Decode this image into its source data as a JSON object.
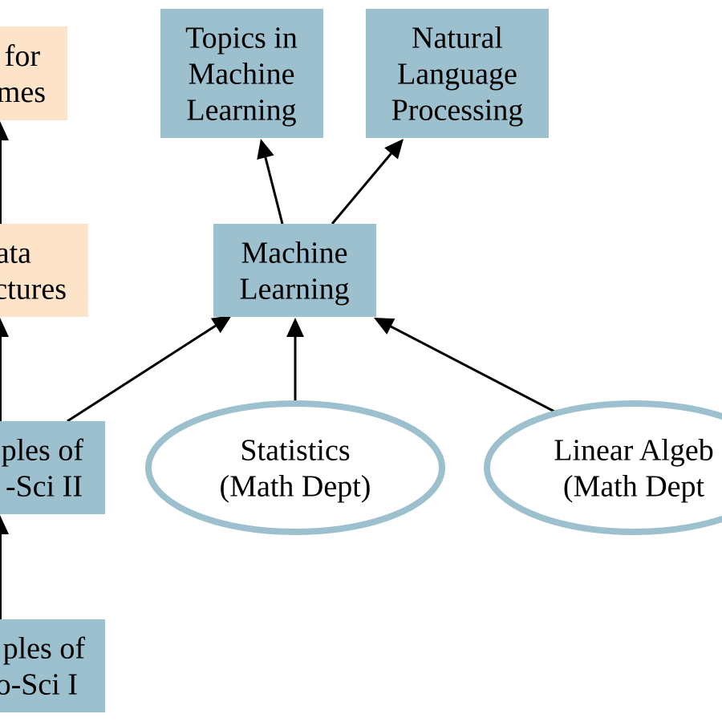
{
  "diagram": {
    "title": "Course prerequisite graph",
    "colors": {
      "cs_node_fill": "#9dc0ce",
      "cs_alt_node_fill": "#fde4c9",
      "math_node_stroke": "#9dc0ce",
      "edge": "#000000",
      "background": "#ffffff"
    },
    "nodes": [
      {
        "id": "topics_ml",
        "shape": "box",
        "style": "blue",
        "lines": [
          "Topics in",
          "Machine",
          "Learning"
        ]
      },
      {
        "id": "nlp",
        "shape": "box",
        "style": "blue",
        "lines": [
          "Natural",
          "Language",
          "Processing"
        ]
      },
      {
        "id": "ml",
        "shape": "box",
        "style": "blue",
        "lines": [
          "Machine",
          "Learning"
        ]
      },
      {
        "id": "algo_games",
        "shape": "box",
        "style": "peach",
        "lines": [
          "for",
          "mes"
        ]
      },
      {
        "id": "data_structures",
        "shape": "box",
        "style": "peach",
        "lines": [
          "ata",
          "ctures"
        ]
      },
      {
        "id": "pcs2",
        "shape": "box",
        "style": "blue",
        "lines": [
          "ples of",
          "-Sci II"
        ]
      },
      {
        "id": "pcs1",
        "shape": "box",
        "style": "blue",
        "lines": [
          "ples of",
          "o-Sci I"
        ]
      },
      {
        "id": "statistics",
        "shape": "ellipse",
        "style": "outline",
        "lines": [
          "Statistics",
          "(Math Dept)"
        ]
      },
      {
        "id": "linear_algebra",
        "shape": "ellipse",
        "style": "outline",
        "lines": [
          "Linear Algeb",
          "(Math Dept"
        ]
      }
    ],
    "edges": [
      {
        "from": "ml",
        "to": "topics_ml"
      },
      {
        "from": "ml",
        "to": "nlp"
      },
      {
        "from": "pcs2",
        "to": "ml"
      },
      {
        "from": "statistics",
        "to": "ml"
      },
      {
        "from": "linear_algebra",
        "to": "ml"
      },
      {
        "from": "data_structures",
        "to": "algo_games"
      },
      {
        "from": "pcs2",
        "to": "data_structures"
      },
      {
        "from": "pcs1",
        "to": "pcs2"
      }
    ]
  }
}
